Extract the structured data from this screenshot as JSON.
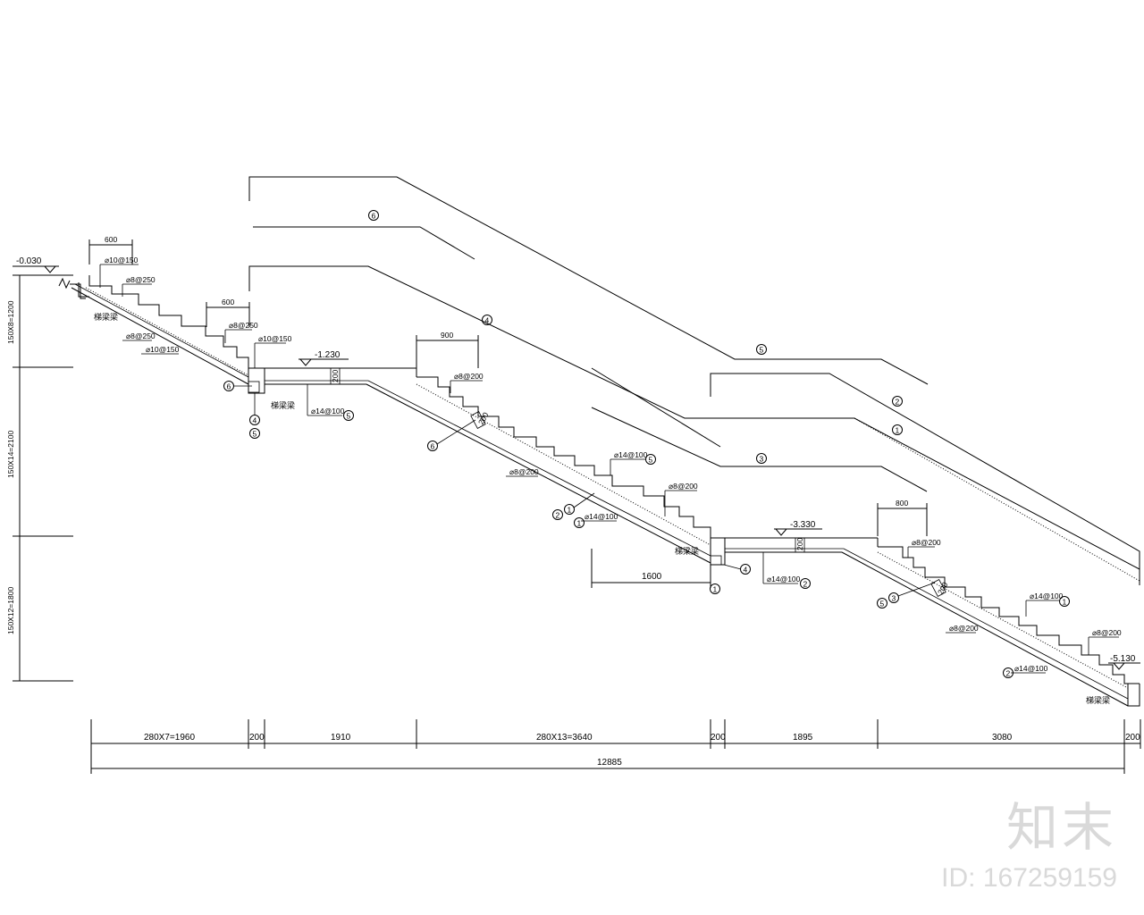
{
  "elevations": [
    "-0.030",
    "-1.230",
    "-3.330",
    "-5.130"
  ],
  "left_dims": [
    "150X8=1200",
    "150X14=2100",
    "150X12=1800"
  ],
  "bottom_dims": [
    "280X7=1960",
    "200",
    "1910",
    "280X13=3640",
    "200",
    "1895",
    "3080",
    "200"
  ],
  "total_dim": "12885",
  "top_dims": [
    "600",
    "600",
    "900",
    "800"
  ],
  "slab_thickness": "200",
  "dim_1600": "1600",
  "bars": {
    "b1": "⌀10@150",
    "b2": "⌀8@250",
    "b3": "⌀8@250",
    "b4": "⌀8@250",
    "b5": "⌀10@150",
    "b6": "⌀10@150",
    "b7": "⌀14@100",
    "b8": "⌀8@200",
    "b9": "⌀8@200",
    "b10": "⌀14@100",
    "b11": "⌀8@200",
    "b12": "⌀14@100",
    "b13": "⌀14@100",
    "b14": "⌀8@200",
    "b15": "⌀14@100",
    "b16": "⌀8@200",
    "b17": "⌀8@200",
    "b18": "⌀14@100"
  },
  "beam_label": "梯梁梁",
  "markers": [
    "1",
    "2",
    "3",
    "4",
    "5",
    "6"
  ],
  "watermark": {
    "logo": "知末",
    "id": "ID: 167259159"
  }
}
